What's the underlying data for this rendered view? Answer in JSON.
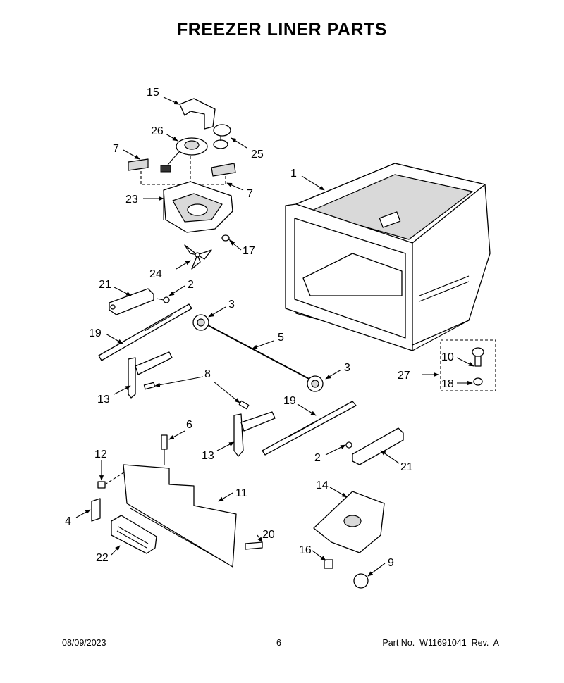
{
  "title": "FREEZER LINER PARTS",
  "footer": {
    "date": "08/09/2023",
    "page": "6",
    "part_no": "Part No.  W11691041  Rev.  A"
  },
  "callouts": {
    "c1": "1",
    "c2a": "2",
    "c2b": "2",
    "c3a": "3",
    "c3b": "3",
    "c4": "4",
    "c5": "5",
    "c6": "6",
    "c7a": "7",
    "c7b": "7",
    "c8": "8",
    "c9": "9",
    "c10": "10",
    "c11": "11",
    "c12": "12",
    "c13a": "13",
    "c13b": "13",
    "c14": "14",
    "c15": "15",
    "c16": "16",
    "c17": "17",
    "c18": "18",
    "c19a": "19",
    "c19b": "19",
    "c20": "20",
    "c21a": "21",
    "c21b": "21",
    "c22": "22",
    "c23": "23",
    "c24": "24",
    "c25": "25",
    "c26": "26",
    "c27": "27"
  }
}
